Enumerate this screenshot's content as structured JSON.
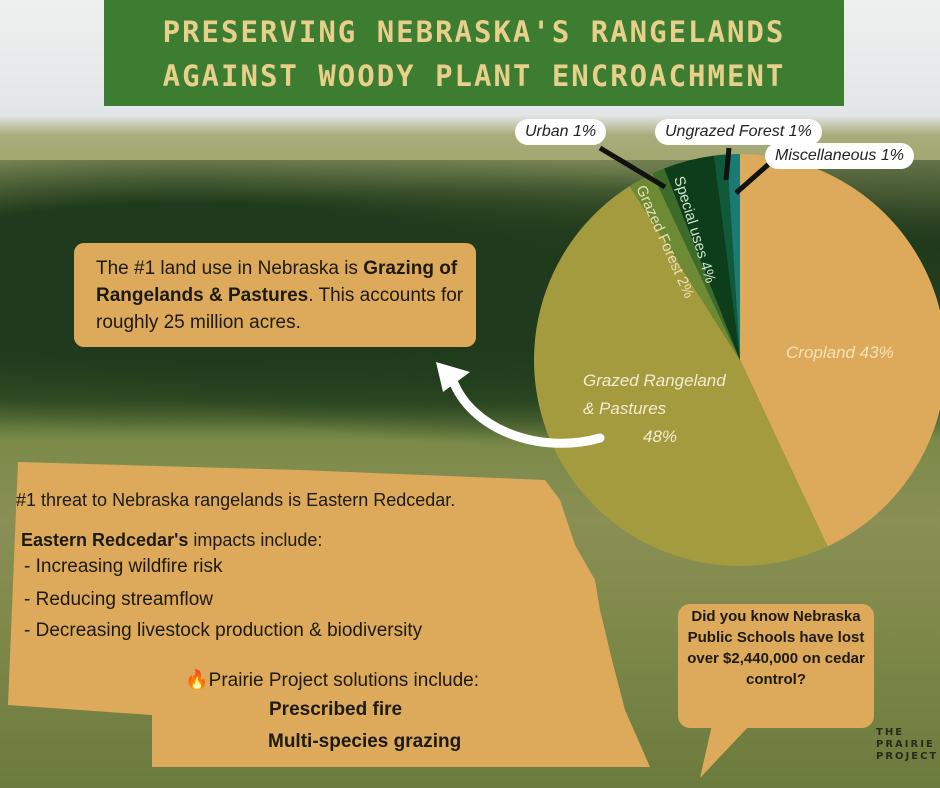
{
  "title": {
    "line1": "PRESERVING NEBRASKA'S RANGELANDS",
    "line2": "AGAINST WOODY PLANT ENCROACHMENT"
  },
  "callout": {
    "prefix": "The #1 land use in Nebraska is ",
    "bold": "Grazing of Rangelands & Pastures",
    "suffix": ". This accounts for roughly 25 million acres."
  },
  "nebraska": {
    "threat": "#1 threat to Nebraska rangelands is Eastern Redcedar.",
    "impacts_bold": "Eastern Redcedar's",
    "impacts_rest": " impacts include:",
    "impacts": [
      "- Increasing wildfire risk",
      "- Reducing streamflow",
      "- Decreasing livestock production & biodiversity"
    ],
    "solutions_icon": "fire-icon",
    "solutions_heading": "Prairie Project solutions include:",
    "solutions": [
      "Prescribed fire",
      "Multi-species grazing"
    ]
  },
  "did_you_know": "Did you know Nebraska Public Schools have lost over $2,440,000 on cedar control?",
  "logo": {
    "line1": "THE",
    "line2": "PRAIRIE",
    "line3": "PROJECT"
  },
  "chart_data": {
    "type": "pie",
    "title": "",
    "slices": [
      {
        "label": "Cropland 43%",
        "value": 43,
        "color": "#dcaa5a"
      },
      {
        "label": "Grazed Rangeland & Pastures 48%",
        "value": 48,
        "color": "#a39b3e"
      },
      {
        "label": "Grazed Forest 2%",
        "value": 2,
        "color": "#6e8a35"
      },
      {
        "label": "Urban 1%",
        "value": 1,
        "color": "#3d6b2a"
      },
      {
        "label": "Special uses 4%",
        "value": 4,
        "color": "#0d3d1a"
      },
      {
        "label": "Ungrazed Forest 1%",
        "value": 1,
        "color": "#105a3c"
      },
      {
        "label": "Miscellaneous 1%",
        "value": 1,
        "color": "#1b7a74"
      }
    ],
    "rangeland_label_lines": [
      "Grazed Rangeland",
      "& Pastures",
      "48%"
    ]
  }
}
